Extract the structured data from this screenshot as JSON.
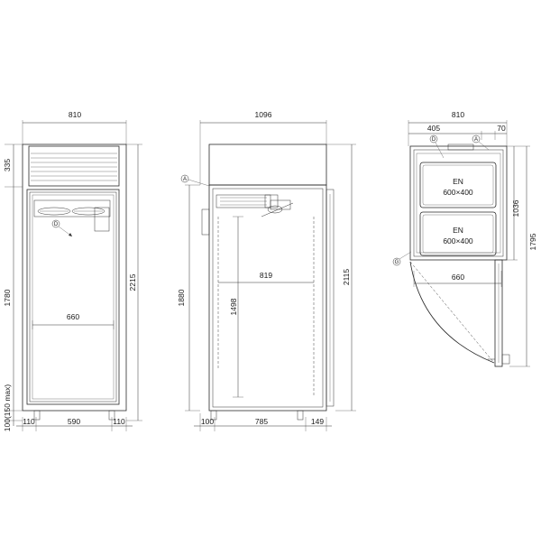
{
  "front_view": {
    "width_total": "810",
    "top_height": "335",
    "body_height": "1780",
    "base_height": "100(150 max)",
    "total_height": "2215",
    "inner_width": "660",
    "left_offset": "110",
    "door_width": "590",
    "right_offset": "110",
    "callout_d": "D"
  },
  "side_view": {
    "depth_total": "1096",
    "height_left": "1880",
    "inner_height": "1498",
    "inner_depth": "819",
    "total_height": "2115",
    "left_offset": "100",
    "body_depth": "785",
    "right_offset": "149",
    "callout_a": "A"
  },
  "top_view": {
    "width_total": "810",
    "partial_width": "405",
    "edge_offset": "70",
    "depth_inner": "1036",
    "depth_open": "1795",
    "inner_width": "660",
    "callout_d": "D",
    "callout_a": "A",
    "callout_g": "G",
    "tray_1_line1": "EN",
    "tray_1_line2": "600×400",
    "tray_2_line1": "EN",
    "tray_2_line2": "600×400"
  }
}
